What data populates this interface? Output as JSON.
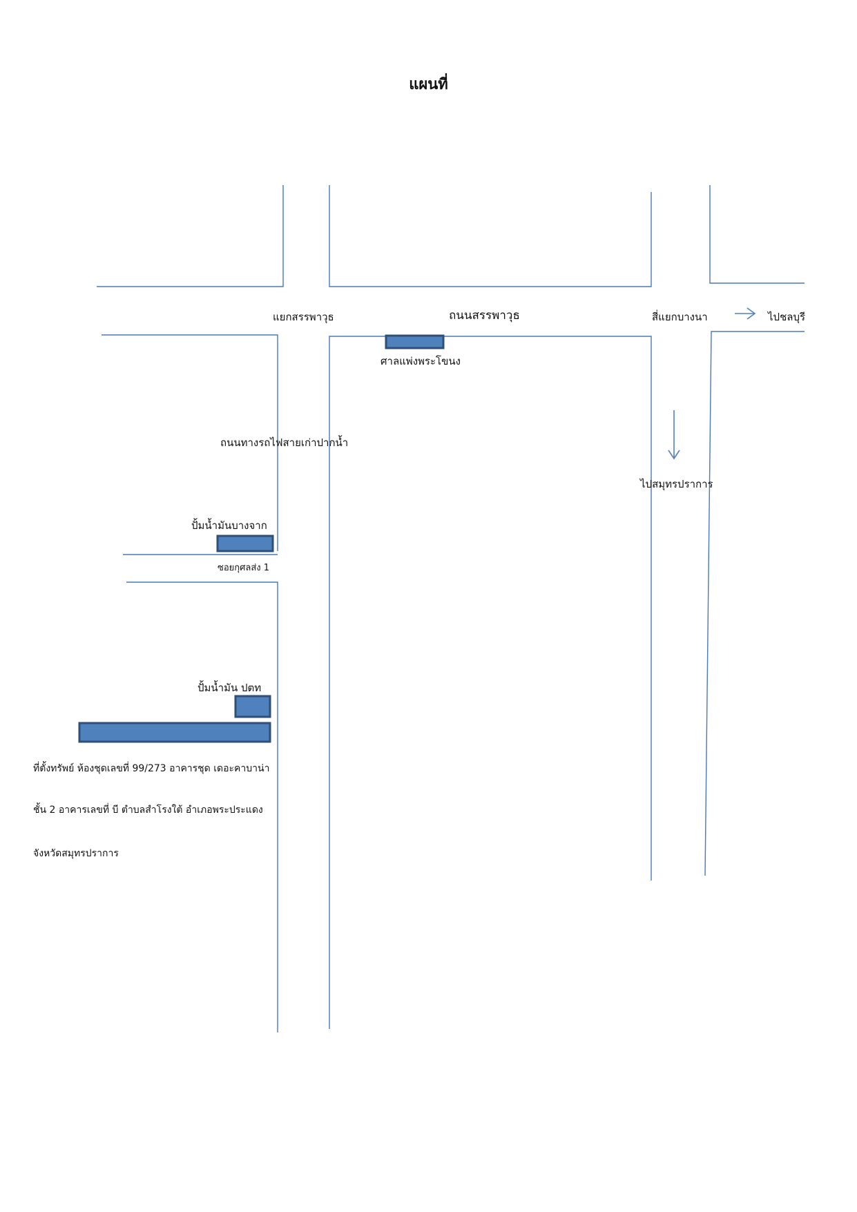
{
  "title": "แผนที่",
  "map_labels": {
    "intersection_sanphawut": "แยกสรรพาวุธ",
    "road_sanphawut": "ถนนสรรพาวุธ",
    "intersection_bangna": "สี่แยกบางนา",
    "to_chonburi": "ไปชลบุรี",
    "shrine_phra_khanong": "ศาลแพ่งพระโขนง",
    "road_old_railway": "ถนนทางรถไฟสายเก่าปากน้ำ",
    "to_samut_prakan": "ไปสมุทรปราการ",
    "gas_station_bangchak": "ปั้มน้ำมันบางจาก",
    "soi_kusolsong": "ซอยกุศลส่ง 1",
    "gas_station_ptt": "ปั้มน้ำมัน ปตท"
  },
  "address": {
    "line1": "ที่ตั้งทรัพย์ ห้องชุดเลขที่ 99/273 อาคารชุด เดอะคาบาน่า",
    "line2": "ชั้น 2 อาคารเลขที่ บี ตำบลสำโรงใต้  อำเภอพระประแดง",
    "line3": "จังหวัดสมุทรปราการ"
  },
  "colors": {
    "road_line": "#4a78b8",
    "building_fill": "#4f81bd",
    "building_stroke": "#2f4f77",
    "arrow": "#4f81bd"
  }
}
